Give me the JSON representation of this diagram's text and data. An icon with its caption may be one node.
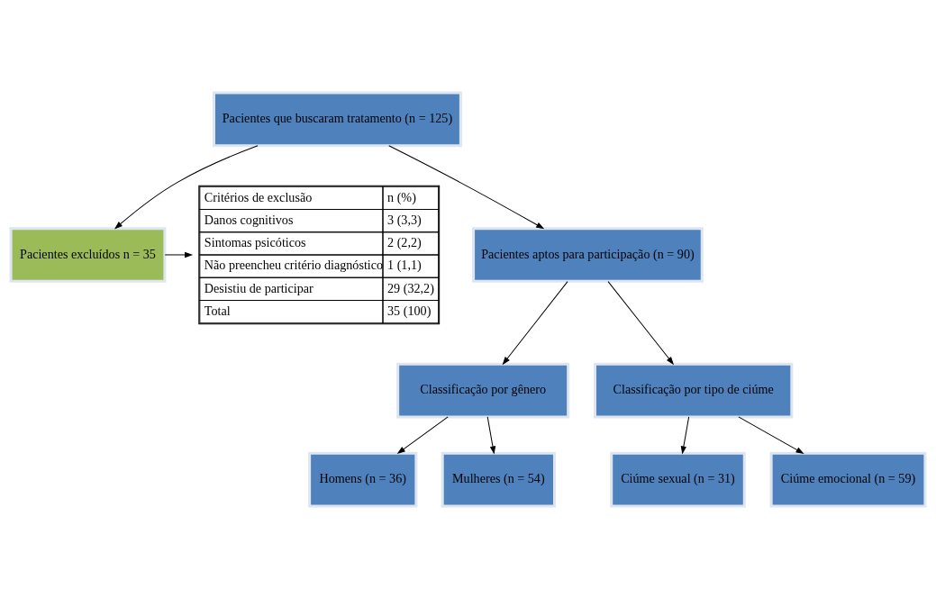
{
  "diagram": {
    "nodes": [
      {
        "text": [
          "Pacientes que buscaram tratamento (n = 125)"
        ]
      },
      {
        "text": [
          "Pacientes excluídos n = 35"
        ]
      },
      {
        "text": [
          "Pacientes aptos para participação (n = 90)"
        ]
      },
      {
        "text": [
          "Classificação por gênero"
        ]
      },
      {
        "text": [
          "Classificação por tipo de ciúme"
        ]
      },
      {
        "text": [
          "Homens (n = 36)"
        ]
      },
      {
        "text": [
          "Mulheres (n = 54)"
        ]
      },
      {
        "text": [
          "Ciúme sexual (n = 31)"
        ]
      },
      {
        "text": [
          "Ciúme emocional (n = 59)"
        ]
      },
      {
        "text": [
          "Critérios de exclusão",
          "n (%)",
          "Danos cognitivos",
          "3 (3,3)",
          "Sintomas psicóticos",
          "2 (2,2)",
          "Não preencheu critério diagnóstico",
          "1 (1,1)",
          "Desistiu de participar",
          "29 (32,2)",
          "Total",
          "35 (100)"
        ]
      }
    ],
    "edges": [
      {
        "from": 0,
        "to": 2,
        "arrow": "to"
      },
      {
        "from": 0,
        "to": 1,
        "arrow": "to"
      },
      {
        "from": 1,
        "to": 9,
        "arrow": "to"
      },
      {
        "from": 2,
        "to": 3,
        "arrow": "to"
      },
      {
        "from": 2,
        "to": 4,
        "arrow": "to"
      },
      {
        "from": 3,
        "to": 5,
        "arrow": "to"
      },
      {
        "from": 3,
        "to": 6,
        "arrow": "to"
      },
      {
        "from": 4,
        "to": 7,
        "arrow": "to"
      },
      {
        "from": 4,
        "to": 8,
        "arrow": "to"
      }
    ]
  }
}
